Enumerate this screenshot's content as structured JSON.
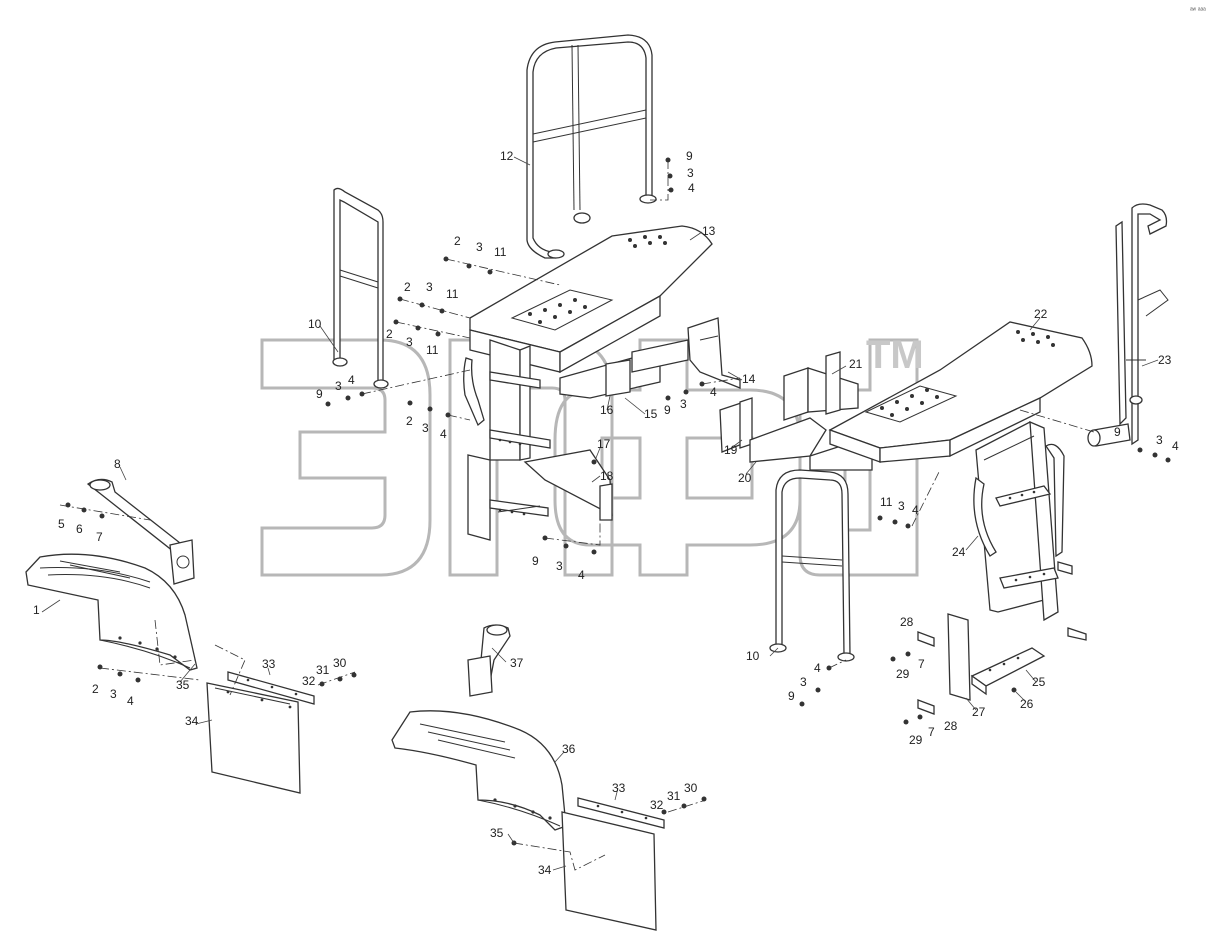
{
  "watermark": {
    "text": "эпф",
    "tm": "TM"
  },
  "corner_mark": "ᵃʷ ᵃᵃᵃ",
  "callouts": [
    {
      "id": "c1",
      "text": "1"
    },
    {
      "id": "c2",
      "text": "8"
    },
    {
      "id": "c3",
      "text": "5"
    },
    {
      "id": "c4",
      "text": "6"
    },
    {
      "id": "c5",
      "text": "7"
    },
    {
      "id": "c6",
      "text": "2"
    },
    {
      "id": "c7",
      "text": "3"
    },
    {
      "id": "c8",
      "text": "4"
    },
    {
      "id": "c9",
      "text": "35"
    },
    {
      "id": "c10",
      "text": "33"
    },
    {
      "id": "c11",
      "text": "31"
    },
    {
      "id": "c12",
      "text": "30"
    },
    {
      "id": "c13",
      "text": "32"
    },
    {
      "id": "c14",
      "text": "34"
    },
    {
      "id": "c15",
      "text": "10"
    },
    {
      "id": "c16",
      "text": "9"
    },
    {
      "id": "c17",
      "text": "3"
    },
    {
      "id": "c18",
      "text": "4"
    },
    {
      "id": "c19",
      "text": "2"
    },
    {
      "id": "c20",
      "text": "3"
    },
    {
      "id": "c21",
      "text": "11"
    },
    {
      "id": "c22",
      "text": "2"
    },
    {
      "id": "c23",
      "text": "3"
    },
    {
      "id": "c24",
      "text": "11"
    },
    {
      "id": "c25",
      "text": "2"
    },
    {
      "id": "c26",
      "text": "3"
    },
    {
      "id": "c27",
      "text": "11"
    },
    {
      "id": "c28",
      "text": "2"
    },
    {
      "id": "c29",
      "text": "3"
    },
    {
      "id": "c30",
      "text": "4"
    },
    {
      "id": "c31",
      "text": "12"
    },
    {
      "id": "c32",
      "text": "9"
    },
    {
      "id": "c33",
      "text": "3"
    },
    {
      "id": "c34",
      "text": "4"
    },
    {
      "id": "c35",
      "text": "13"
    },
    {
      "id": "c36",
      "text": "14"
    },
    {
      "id": "c37",
      "text": "9"
    },
    {
      "id": "c38",
      "text": "3"
    },
    {
      "id": "c39",
      "text": "4"
    },
    {
      "id": "c40",
      "text": "15"
    },
    {
      "id": "c41",
      "text": "16"
    },
    {
      "id": "c42",
      "text": "17"
    },
    {
      "id": "c43",
      "text": "18"
    },
    {
      "id": "c44",
      "text": "9"
    },
    {
      "id": "c45",
      "text": "3"
    },
    {
      "id": "c46",
      "text": "4"
    },
    {
      "id": "c47",
      "text": "37"
    },
    {
      "id": "c48",
      "text": "36"
    },
    {
      "id": "c49",
      "text": "33"
    },
    {
      "id": "c50",
      "text": "32"
    },
    {
      "id": "c51",
      "text": "31"
    },
    {
      "id": "c52",
      "text": "30"
    },
    {
      "id": "c53",
      "text": "35"
    },
    {
      "id": "c54",
      "text": "34"
    },
    {
      "id": "c55",
      "text": "21"
    },
    {
      "id": "c56",
      "text": "19"
    },
    {
      "id": "c57",
      "text": "20"
    },
    {
      "id": "c58",
      "text": "22"
    },
    {
      "id": "c59",
      "text": "23"
    },
    {
      "id": "c60",
      "text": "9"
    },
    {
      "id": "c61",
      "text": "3"
    },
    {
      "id": "c62",
      "text": "4"
    },
    {
      "id": "c63",
      "text": "11"
    },
    {
      "id": "c64",
      "text": "3"
    },
    {
      "id": "c65",
      "text": "4"
    },
    {
      "id": "c66",
      "text": "10"
    },
    {
      "id": "c67",
      "text": "4"
    },
    {
      "id": "c68",
      "text": "3"
    },
    {
      "id": "c69",
      "text": "9"
    },
    {
      "id": "c70",
      "text": "24"
    },
    {
      "id": "c71",
      "text": "28"
    },
    {
      "id": "c72",
      "text": "7"
    },
    {
      "id": "c73",
      "text": "29"
    },
    {
      "id": "c74",
      "text": "27"
    },
    {
      "id": "c75",
      "text": "25"
    },
    {
      "id": "c76",
      "text": "26"
    },
    {
      "id": "c77",
      "text": "28"
    },
    {
      "id": "c78",
      "text": "7"
    },
    {
      "id": "c79",
      "text": "29"
    }
  ]
}
